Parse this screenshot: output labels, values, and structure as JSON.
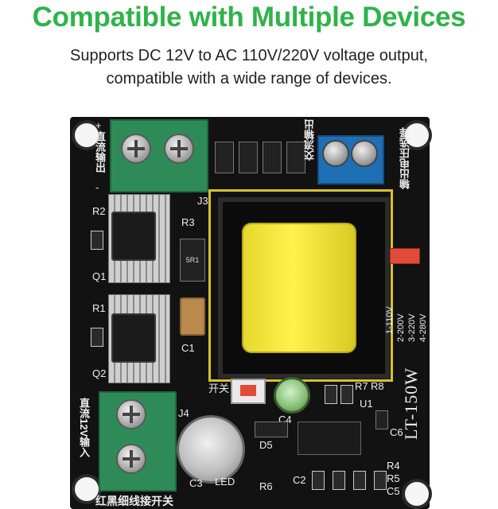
{
  "header": {
    "title": "Compatible with Multiple Devices",
    "subtitle_line1": "Supports DC 12V to AC 110V/220V voltage output,",
    "subtitle_line2": "compatible with a wide range of devices."
  },
  "board": {
    "model": "LT-150W",
    "labels": {
      "dc_output": "直流输出",
      "ac_output": "交流输出",
      "output_voltage_select": "输出电压选择",
      "power_in": "直流12V输入",
      "red_black_wire": "红黑细线接开关",
      "switch": "开关",
      "r1": "R1",
      "r2": "R2",
      "r3": "R3",
      "r4": "R4",
      "r5": "R5",
      "r6": "R6",
      "r7": "R7",
      "r8": "R8",
      "q1": "Q1",
      "q2": "Q2",
      "c1": "C1",
      "c2": "C2",
      "c3": "C3",
      "c4": "C4",
      "c5": "C5",
      "c6": "C6",
      "u1": "U1",
      "j3": "J3",
      "j4": "J4",
      "d5": "D5",
      "led": "LED",
      "5r1": "5R1",
      "v_110": "1-110V",
      "v_200": "2-200V",
      "v_220": "3-220V",
      "v_280": "4-280V",
      "plus": "+",
      "minus": "-"
    }
  },
  "colors": {
    "headline": "#2fb34a",
    "board": "#121212",
    "terminal_green": "#2e8b57",
    "terminal_blue": "#1f6fb5",
    "coil_yellow": "#f2e23a"
  }
}
